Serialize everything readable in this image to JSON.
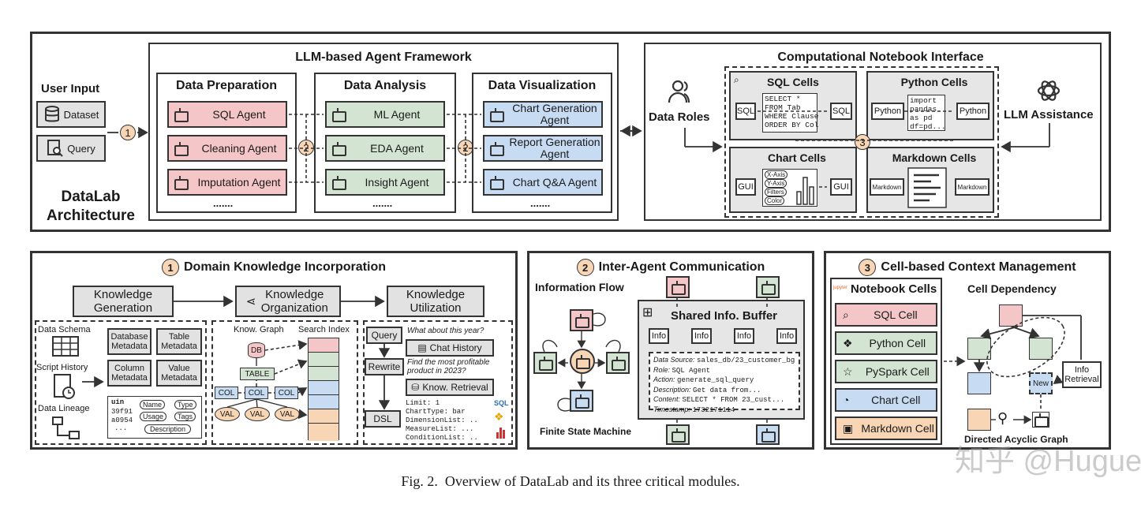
{
  "top": {
    "user_input": "User Input",
    "dataset": "Dataset",
    "query": "Query",
    "arch_line1": "DataLab",
    "arch_line2": "Architecture",
    "framework_title": "LLM-based Agent Framework",
    "data_prep": "Data Preparation",
    "data_analysis": "Data Analysis",
    "data_vis": "Data Visualization",
    "prep_agents": [
      "SQL Agent",
      "Cleaning Agent",
      "Imputation Agent"
    ],
    "analysis_agents": [
      "ML Agent",
      "EDA Agent",
      "Insight Agent"
    ],
    "vis_agents": [
      "Chart Generation Agent",
      "Report Generation Agent",
      "Chart Q&A Agent"
    ],
    "ellipsis": ".......",
    "num1": "1",
    "num2": "2",
    "num3": "3",
    "notebook_title": "Computational Notebook Interface",
    "data_roles": "Data Roles",
    "llm_assist": "LLM Assistance",
    "sql_cells": "SQL Cells",
    "python_cells": "Python Cells",
    "chart_cells": "Chart Cells",
    "markdown_cells": "Markdown Cells",
    "sql_tag": "SQL",
    "python_tag": "Python",
    "gui_tag": "GUI",
    "markdown_tag": "Markdown",
    "sql_code": "SELECT *\nFROM Tab\nWHERE Clause\nORDER BY Col",
    "python_code": "import\npandas\nas pd\ndf=pd...",
    "chart_fields": [
      "X-Axis",
      "Y-Axis",
      "Filters",
      "Color"
    ]
  },
  "dk": {
    "title": "Domain Knowledge Incorporation",
    "gen": "Knowledge Generation",
    "org": "Knowledge Organization",
    "util": "Knowledge Utilization",
    "data_schema": "Data Schema",
    "script_history": "Script History",
    "data_lineage": "Data Lineage",
    "metas": [
      "Database Metadata",
      "Table Metadata",
      "Column Metadata",
      "Value Metadata"
    ],
    "table_head": "uin",
    "table_rows": [
      "39f91",
      "a0954",
      "···"
    ],
    "tags": [
      "Name",
      "Type",
      "Usage",
      "Tags",
      "Description"
    ],
    "know_graph": "Know. Graph",
    "search_index": "Search Index",
    "db": "DB",
    "table": "TABLE",
    "col": "COL",
    "val": "VAL",
    "query": "Query",
    "rewrite": "Rewrite",
    "dsl": "DSL",
    "q1": "What about this year?",
    "chat_history": "Chat History",
    "q2": "Find the most profitable product in 2023?",
    "know_retrieval": "Know. Retrieval",
    "dsl_code": "Limit: 1\nChartType: bar\nDimensionList: ...\nMeasureList: ...\nConditionList: ...",
    "sql_label": "SQL"
  },
  "iac": {
    "title": "Inter-Agent Communication",
    "info_flow": "Information Flow",
    "fsm": "Finite State Machine",
    "buffer": "Shared Info. Buffer",
    "info": "Info",
    "detail_labels": [
      "Data Source:",
      "Role:",
      "Action:",
      "Description:",
      "Content:",
      "Timestamp:"
    ],
    "detail_values": [
      "sales_db/23_customer_bg",
      "SQL Agent",
      "generate_sql_query",
      "Get data from...",
      "SELECT * FROM 23_cust...",
      "1732171114"
    ]
  },
  "ccm": {
    "title": "Cell-based Context Management",
    "notebook_cells": "Notebook Cells",
    "jupyter": "jupyter",
    "cells": [
      "SQL Cell",
      "Python Cell",
      "PySpark Cell",
      "Chart Cell",
      "Markdown Cell"
    ],
    "cell_dep": "Cell Dependency",
    "new": "New",
    "info_retrieval": "Info Retrieval",
    "dag": "Directed Acyclic Graph"
  },
  "caption": "Fig. 2.  Overview of DataLab and its three critical modules.",
  "watermark": "知乎 @Hugues"
}
